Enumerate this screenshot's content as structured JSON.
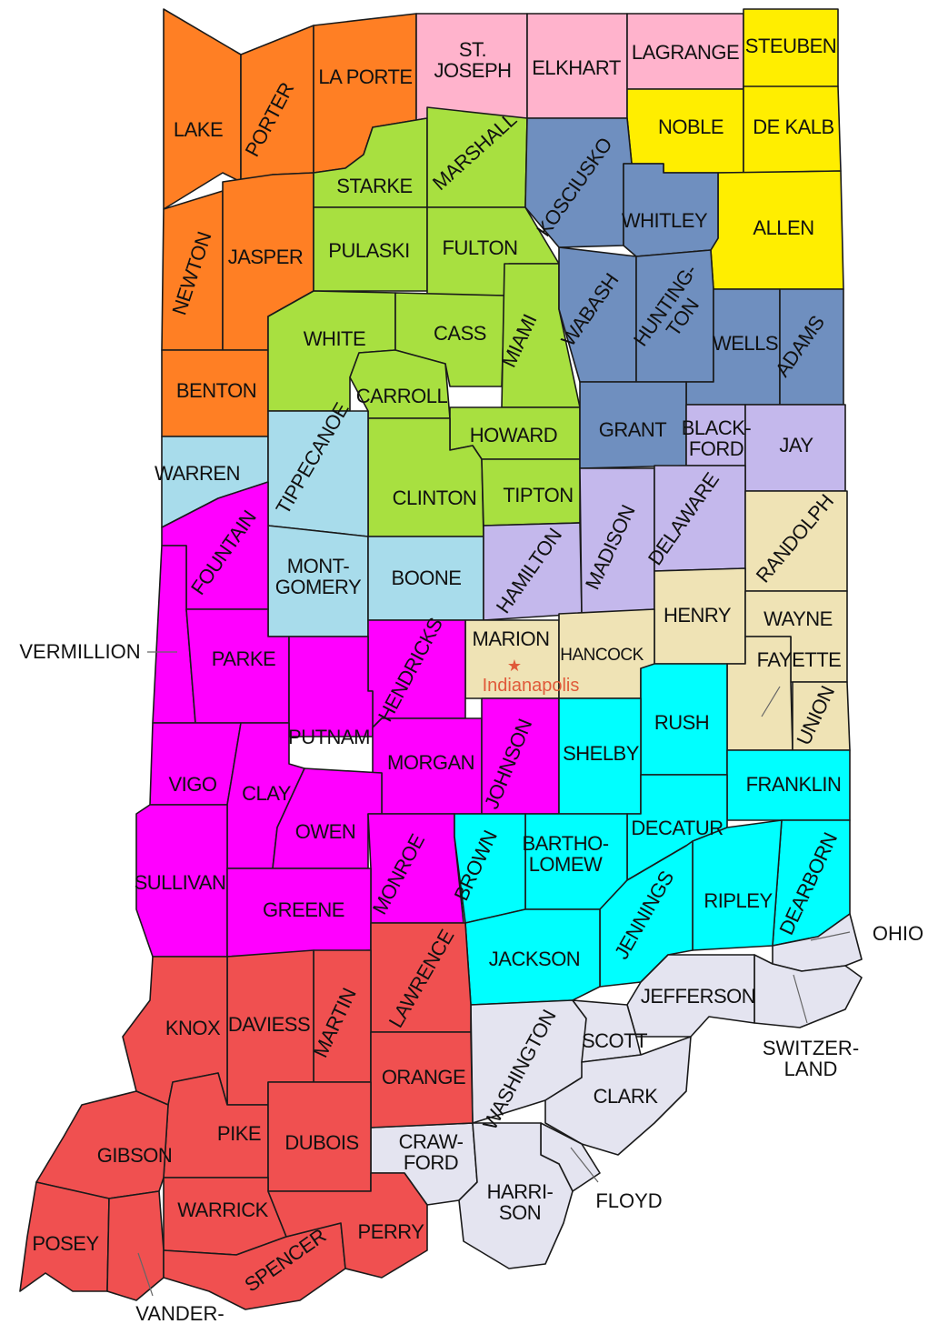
{
  "colors": {
    "northwest": "#ff7f24",
    "north_central": "#ffb3cc",
    "northeast": "#ffee00",
    "north": "#a8e040",
    "east_central": "#6f8fbf",
    "central_west": "#a8dceb",
    "west": "#ff00ff",
    "east": "#c4b8ec",
    "east_south": "#efe3b5",
    "southeast": "#00ffff",
    "southwest": "#f05050",
    "south": "#e4e4f0",
    "capital": "#e05a3a"
  },
  "counties": {
    "lake": "LAKE",
    "porter": "PORTER",
    "laporte": "LA PORTE",
    "stjoseph": "ST. JOSEPH",
    "elkhart": "ELKHART",
    "lagrange": "LAGRANGE",
    "steuben": "STEUBEN",
    "noble": "NOBLE",
    "dekalb": "DE KALB",
    "starke": "STARKE",
    "marshall": "MARSHALL",
    "kosciusko": "KOSCIUSKO",
    "whitley": "WHITLEY",
    "allen": "ALLEN",
    "newton": "NEWTON",
    "jasper": "JASPER",
    "pulaski": "PULASKI",
    "fulton": "FULTON",
    "wabash": "WABASH",
    "huntington": "HUNTING- TON",
    "wells": "WELLS",
    "adams": "ADAMS",
    "white": "WHITE",
    "cass": "CASS",
    "miami": "MIAMI",
    "carroll": "CARROLL",
    "benton": "BENTON",
    "howard": "HOWARD",
    "grant": "GRANT",
    "blackford": "BLACK- FORD",
    "jay": "JAY",
    "warren": "WARREN",
    "tippecanoe": "TIPPECANOE",
    "clinton": "CLINTON",
    "tipton": "TIPTON",
    "madison": "MADISON",
    "delaware": "DELAWARE",
    "randolph": "RANDOLPH",
    "fountain": "FOUNTAIN",
    "montgomery": "MONT- GOMERY",
    "boone": "BOONE",
    "hamilton": "HAMILTON",
    "henry": "HENRY",
    "wayne": "WAYNE",
    "parke": "PARKE",
    "hendricks": "HENDRICKS",
    "marion": "MARION",
    "hancock": "HANCOCK",
    "fayette": "FAYETTE",
    "union": "UNION",
    "rush": "RUSH",
    "putnam": "PUTNAM",
    "morgan": "MORGAN",
    "johnson": "JOHNSON",
    "shelby": "SHELBY",
    "vigo": "VIGO",
    "clay": "CLAY",
    "owen": "OWEN",
    "franklin": "FRANKLIN",
    "decatur": "DECATUR",
    "bartholomew": "BARTHO- LOMEW",
    "brown": "BROWN",
    "monroe": "MONROE",
    "sullivan": "SULLIVAN",
    "greene": "GREENE",
    "dearborn": "DEARBORN",
    "ripley": "RIPLEY",
    "jennings": "JENNINGS",
    "jackson": "JACKSON",
    "lawrence": "LAWRENCE",
    "jefferson": "JEFFERSON",
    "knox": "KNOX",
    "daviess": "DAVIESS",
    "martin": "MARTIN",
    "washington": "WASHINGTON",
    "scott": "SCOTT",
    "orange": "ORANGE",
    "clark": "CLARK",
    "pike": "PIKE",
    "dubois": "DUBOIS",
    "gibson": "GIBSON",
    "crawford": "CRAW- FORD",
    "harrison": "HARRI- SON",
    "warrick": "WARRICK",
    "posey": "POSEY",
    "spencer": "SPENCER",
    "perry": "PERRY"
  },
  "callouts": {
    "vermillion": "VERMILLION",
    "ohio": "OHIO",
    "switzerland": "SWITZER- LAND",
    "floyd": "FLOYD",
    "vanderburgh": "VANDER-"
  },
  "capital": {
    "name": "Indianapolis"
  }
}
